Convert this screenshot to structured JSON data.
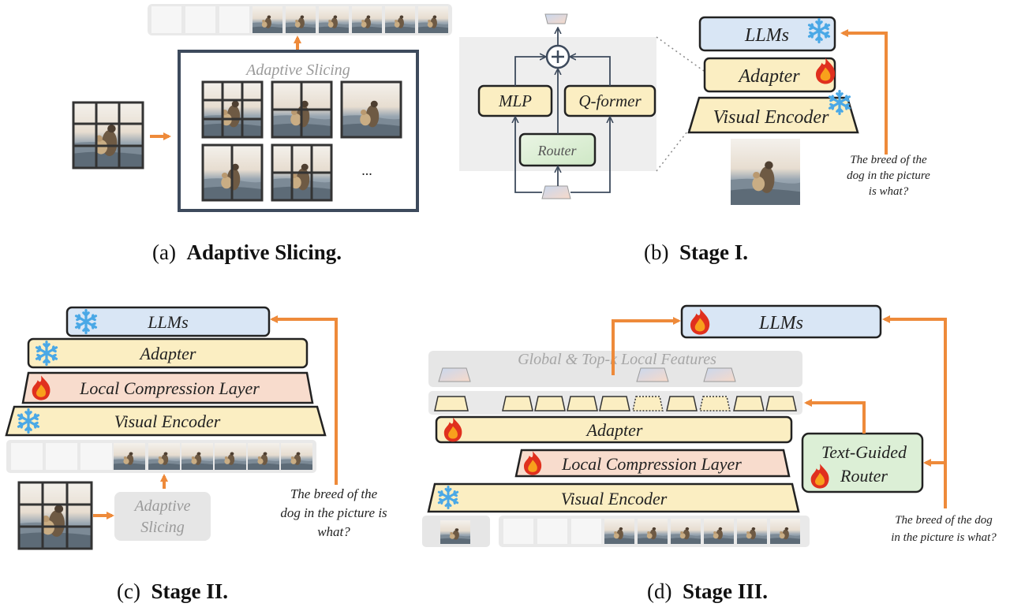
{
  "panel_a": {
    "title": "Adaptive Slicing",
    "ellipsis": "...",
    "caption_tag": "(a)",
    "caption_text": "Adaptive Slicing."
  },
  "panel_b": {
    "llm_label": "LLMs",
    "adapter_label": "Adapter",
    "visual_encoder_label": "Visual Encoder",
    "mlp_label": "MLP",
    "qformer_label": "Q-former",
    "router_label": "Router",
    "question_lines": [
      "The breed of the",
      "dog in the picture",
      "is what?"
    ],
    "caption_tag": "(b)",
    "caption_text": "Stage I."
  },
  "panel_c": {
    "llm_label": "LLMs",
    "adapter_label": "Adapter",
    "compression_label": "Local Compression Layer",
    "visual_encoder_label": "Visual Encoder",
    "slicing_lines": [
      "Adaptive",
      "Slicing"
    ],
    "question_lines": [
      "The breed of the",
      "dog in the picture is",
      "what?"
    ],
    "caption_tag": "(c)",
    "caption_text": "Stage II."
  },
  "panel_d": {
    "llm_label": "LLMs",
    "features_label": "Global & Top-k Local Features",
    "adapter_label": "Adapter",
    "compression_label": "Local Compression Layer",
    "visual_encoder_label": "Visual Encoder",
    "router_lines": [
      "Text-Guided",
      "Router"
    ],
    "question_lines": [
      "The breed of the dog",
      "in the picture is what?"
    ],
    "caption_tag": "(d)",
    "caption_text": "Stage III."
  },
  "icons": {
    "frozen": "snowflake-icon",
    "trainable": "fire-icon"
  },
  "colors": {
    "arrow": "#ee8a3a",
    "llm_fill": "#d9e6f5",
    "adapter_fill": "#fbeec2",
    "compression_fill": "#f8dccd",
    "router_fill": "#dcefd6",
    "panel_bg": "#eeeeee",
    "frame": "#3d4a5c"
  }
}
